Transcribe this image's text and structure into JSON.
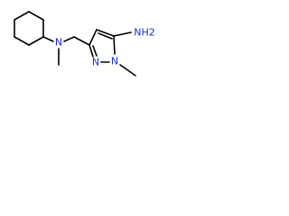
{
  "atoms": {
    "amine_n": {
      "label": "N",
      "color": "#1f2ad8"
    },
    "ring_n2": {
      "label": "N",
      "color": "#1f2ad8"
    },
    "ring_n1": {
      "label": "N",
      "color": "#1f2ad8"
    },
    "nh2": {
      "label": "NH2",
      "color": "#1f2ad8"
    }
  },
  "colors": {
    "bond": "#000000",
    "heteroatom": "#1f2ad8",
    "background": "#ffffff"
  }
}
